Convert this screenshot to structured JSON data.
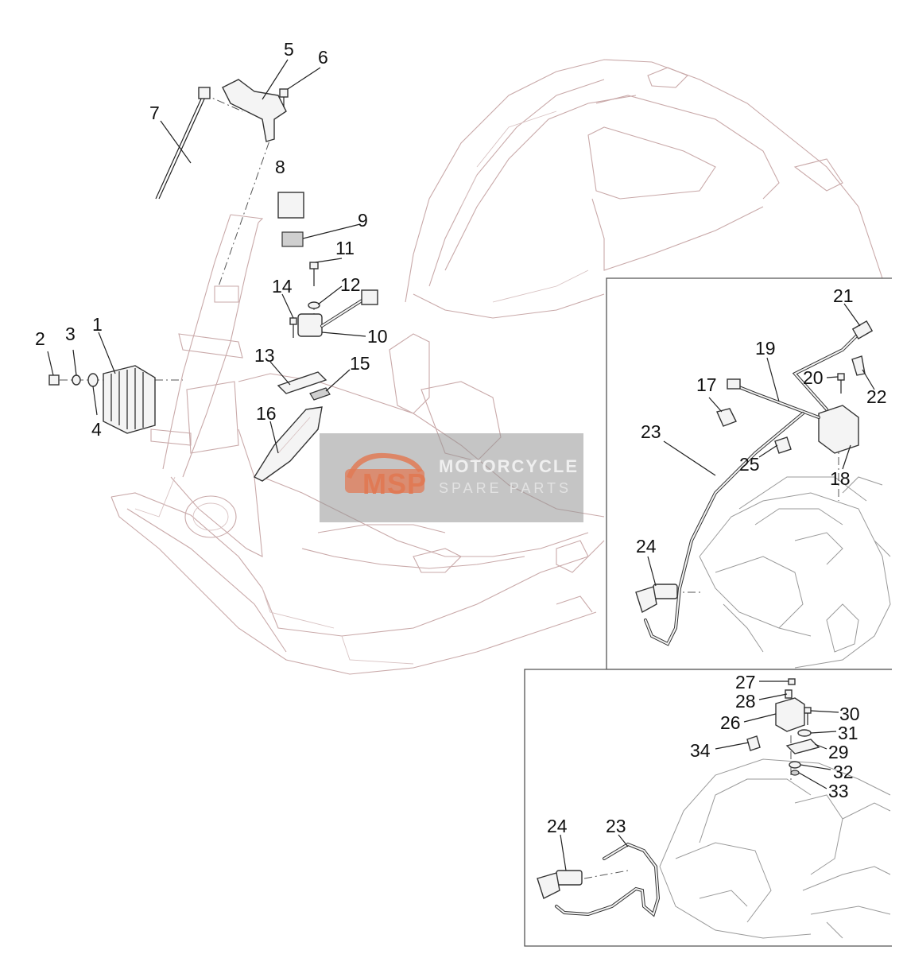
{
  "callouts": [
    "1",
    "2",
    "3",
    "4",
    "5",
    "6",
    "7",
    "8",
    "9",
    "10",
    "11",
    "12",
    "13",
    "14",
    "15",
    "16",
    "17",
    "18",
    "19",
    "20",
    "21",
    "22",
    "23",
    "24",
    "25",
    "23",
    "24",
    "26",
    "27",
    "28",
    "29",
    "30",
    "31",
    "32",
    "33",
    "34"
  ],
  "watermark": {
    "logo": "MSP",
    "line1": "MOTORCYCLE",
    "line2": "SPARE PARTS"
  },
  "colors": {
    "frame_outline": "#c9a9a9",
    "part_outline": "#333333",
    "watermark_accent": "#e07a55",
    "watermark_band": "#969696"
  }
}
